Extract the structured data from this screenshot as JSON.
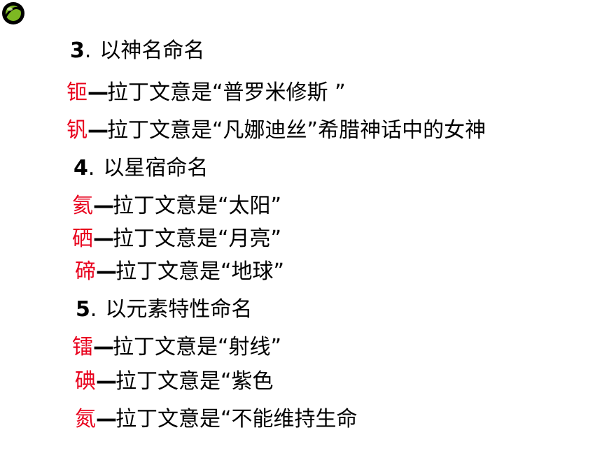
{
  "colors": {
    "element": "#e8001c",
    "text": "#000000",
    "logo_outer": "#000000",
    "logo_inner": "#7db822"
  },
  "logo_icon": "green-ball-icon",
  "sections": [
    {
      "number": "3",
      "sep": ".",
      "title": "以神名命名",
      "items": [
        {
          "element": "钷",
          "dash": "—",
          "text": "拉丁文意是“普罗米修斯 ”"
        },
        {
          "element": "钒",
          "dash": "—",
          "text": "拉丁文意是“凡娜迪丝”希腊神话中的女神"
        }
      ]
    },
    {
      "number": "4",
      "sep": ".",
      "title": "以星宿命名",
      "items": [
        {
          "element": "氦",
          "dash": "—",
          "text": "拉丁文意是“太阳”"
        },
        {
          "element": "硒",
          "dash": "—",
          "text": "拉丁文意是“月亮”"
        },
        {
          "element": "碲",
          "dash": "—",
          "text": "拉丁文意是“地球”"
        }
      ]
    },
    {
      "number": "5",
      "sep": ".",
      "title": "以元素特性命名",
      "items": [
        {
          "element": "镭",
          "dash": "—",
          "text": "拉丁文意是“射线”"
        },
        {
          "element": "碘",
          "dash": "—",
          "text": "拉丁文意是“紫色"
        },
        {
          "element": "氮",
          "dash": "—",
          "text": "拉丁文意是“不能维持生命"
        }
      ]
    }
  ]
}
